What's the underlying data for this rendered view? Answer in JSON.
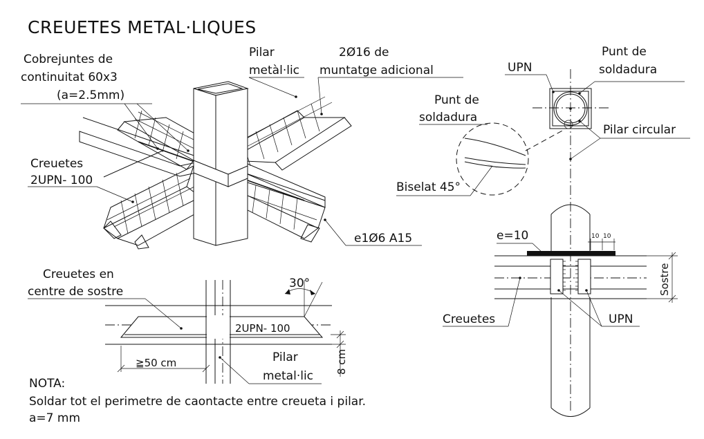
{
  "title": "CREUETES METAL·LIQUES",
  "iso": {
    "cobrejuntes": [
      "Cobrejuntes de",
      "continuitat 60x3",
      "(a=2.5mm)"
    ],
    "pilar": [
      "Pilar",
      "metàl·lic"
    ],
    "muntatge": [
      "2Ø16 de",
      "muntatge adicional"
    ],
    "creuetes": [
      "Creuetes",
      "2UPN- 100"
    ],
    "rebar": "e1Ø6 A15"
  },
  "section": {
    "label": [
      "Creuetes en",
      "centre de sostre"
    ],
    "angle": "30°",
    "profile": "2UPN- 100",
    "min_length": "≧50 cm",
    "pilar": [
      "Pilar",
      "metal·lic"
    ],
    "height": "8 cm"
  },
  "detail": {
    "upn": "UPN",
    "punt_top": [
      "Punt de",
      "soldadura"
    ],
    "punt_left": [
      "Punt de",
      "soldadura"
    ],
    "pilar_circular": "Pilar circular",
    "biselat": "Biselat 45°"
  },
  "elevation": {
    "plate": "e=10",
    "dim_a": "10",
    "dim_b": "10",
    "sostre": "Sostre",
    "creuetes": "Creuetes",
    "upn": "UPN"
  },
  "note": {
    "heading": "NOTA:",
    "line1": "Soldar tot el perimetre de caontacte entre creueta i pilar.",
    "line2": "a=7 mm"
  }
}
